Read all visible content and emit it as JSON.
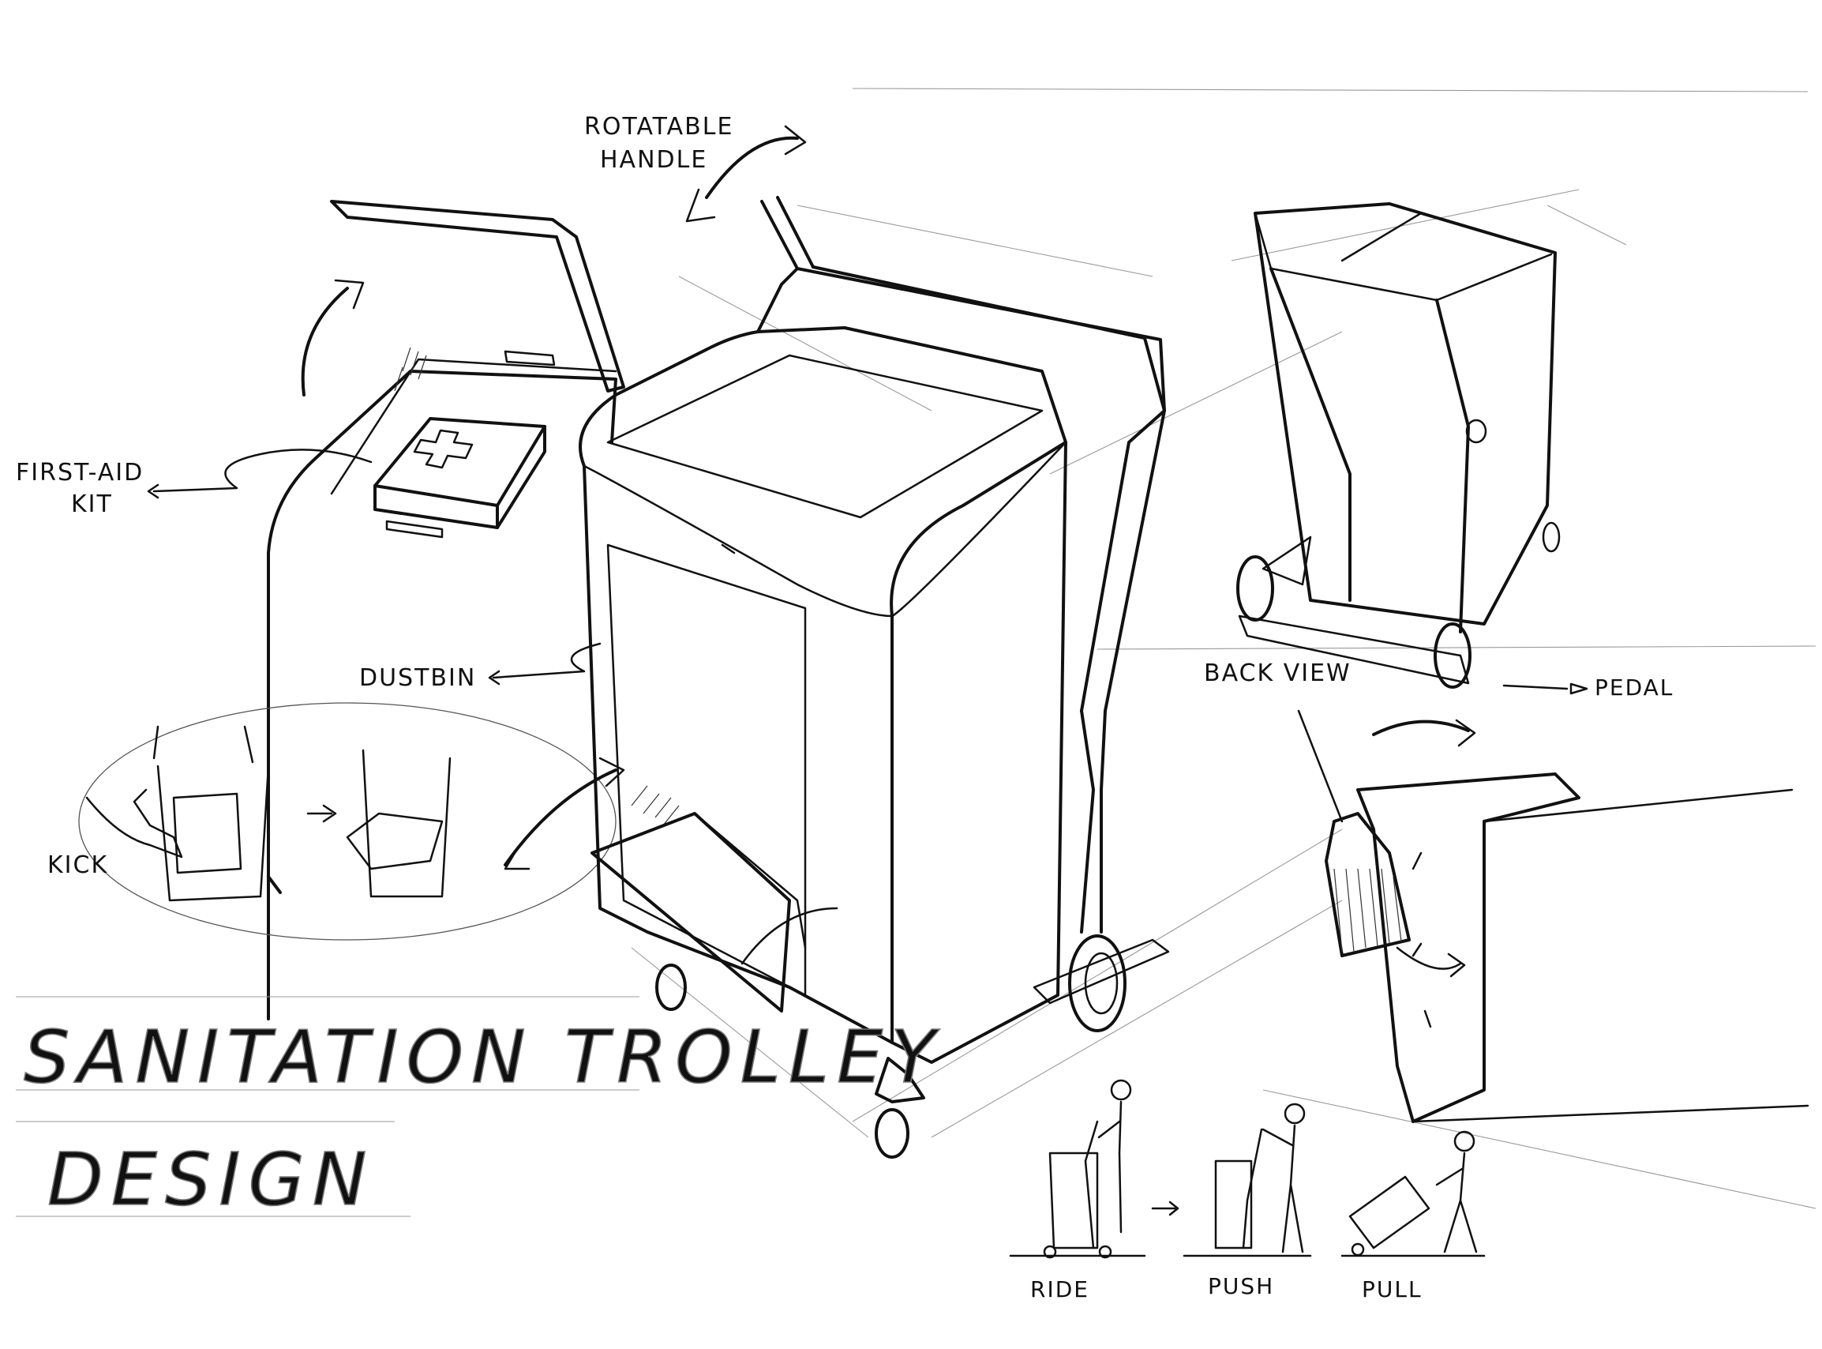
{
  "labels": {
    "rotatable_handle_line1": "ROTATABLE",
    "rotatable_handle_line2": "HANDLE",
    "first_aid_line1": "FIRST-AID",
    "first_aid_line2": "KIT",
    "dustbin": "DUSTBIN",
    "kick": "KICK",
    "back_view": "BACK VIEW",
    "pedal": "PEDAL",
    "ride": "RIDE",
    "push": "PUSH",
    "pull": "PULL"
  },
  "title": {
    "line1": "SANITATION TROLLEY",
    "line2": "DESIGN"
  },
  "colors": {
    "ink": "#111111",
    "paper": "#ffffff",
    "pencil": "#777777"
  }
}
